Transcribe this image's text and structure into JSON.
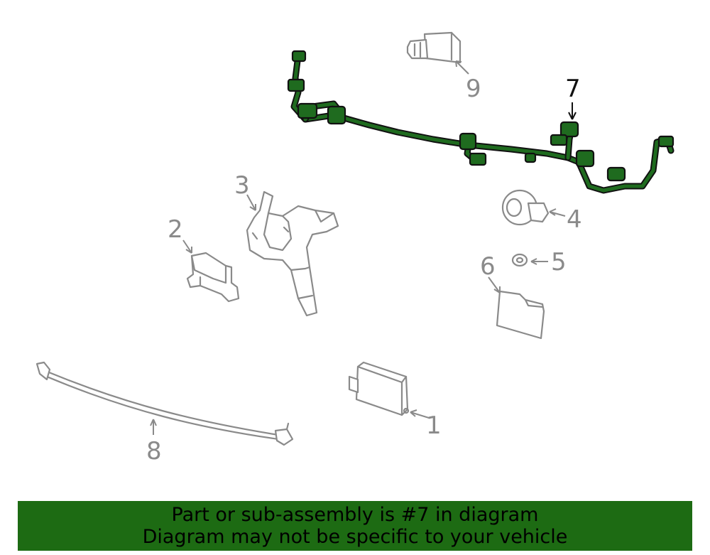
{
  "callouts": {
    "c1": "1",
    "c2": "2",
    "c3": "3",
    "c4": "4",
    "c5": "5",
    "c6": "6",
    "c7": "7",
    "c8": "8",
    "c9": "9"
  },
  "banner": {
    "line1": "Part or sub-assembly is #7 in diagram",
    "line2": "Diagram may not be specific to your vehicle"
  },
  "colors": {
    "banner_bg": "#1d6b13",
    "highlight_part": "#1f6b1f",
    "line_art": "#8a8a8a"
  }
}
